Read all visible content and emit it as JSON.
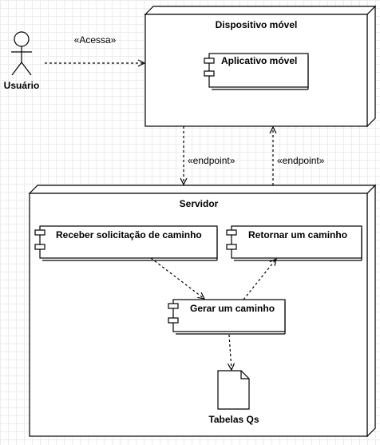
{
  "actor": {
    "label": "Usuário"
  },
  "nodes": {
    "mobile": {
      "title": "Dispositivo móvel"
    },
    "server": {
      "title": "Servidor"
    }
  },
  "components": {
    "app": "Aplicativo móvel",
    "receive": "Receber solicitação de caminho",
    "return": "Retornar um caminho",
    "generate": "Gerar um caminho"
  },
  "artifact": {
    "label": "Tabelas Qs"
  },
  "edges": {
    "access": "«Acessa»",
    "endpoint_down": "«endpoint»",
    "endpoint_up": "«endpoint»"
  }
}
